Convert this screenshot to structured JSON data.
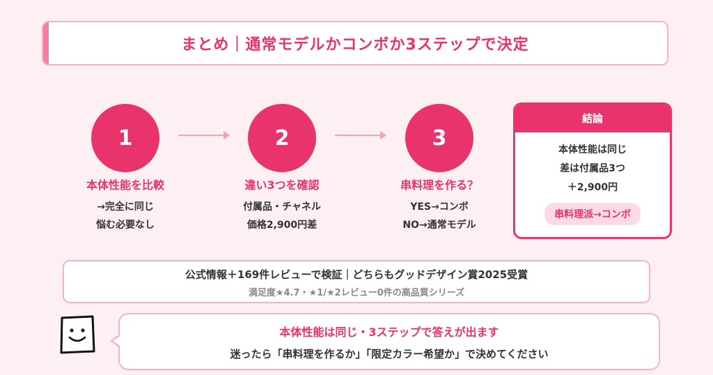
{
  "title": "まとめ｜通常モデルかコンボか3ステップで決定",
  "steps": [
    {
      "number": "1",
      "heading": "本体性能を比較",
      "lines": [
        "→完全に同じ",
        "悩む必要なし"
      ]
    },
    {
      "number": "2",
      "heading": "違い3つを確認",
      "lines": [
        "付属品・チャネル",
        "価格2,900円差"
      ]
    },
    {
      "number": "3",
      "heading": "串料理を作る？",
      "lines": [
        "YES→コンボ",
        "NO→通常モデル"
      ]
    }
  ],
  "conclusion": {
    "heading": "結論",
    "lines": [
      "本体性能は同じ",
      "差は付属品3つ",
      "＋2,900円"
    ],
    "pill": "串料理派→コンボ"
  },
  "info": {
    "line1": "公式情報＋169件レビューで検証｜どちらもグッドデザイン賞2025受賞",
    "line2": "満足度★4.7・★1/★2レビュー0件の高品質シリーズ"
  },
  "bubble": {
    "line1": "本体性能は同じ・3ステップで答えが出ます",
    "line2": "迷ったら「串料理を作るか」「限定カラー希望か」で決めてください"
  },
  "colors": {
    "accent": "#e8336b",
    "accent_light": "#f5b3c3",
    "background": "#fdf0f2"
  }
}
